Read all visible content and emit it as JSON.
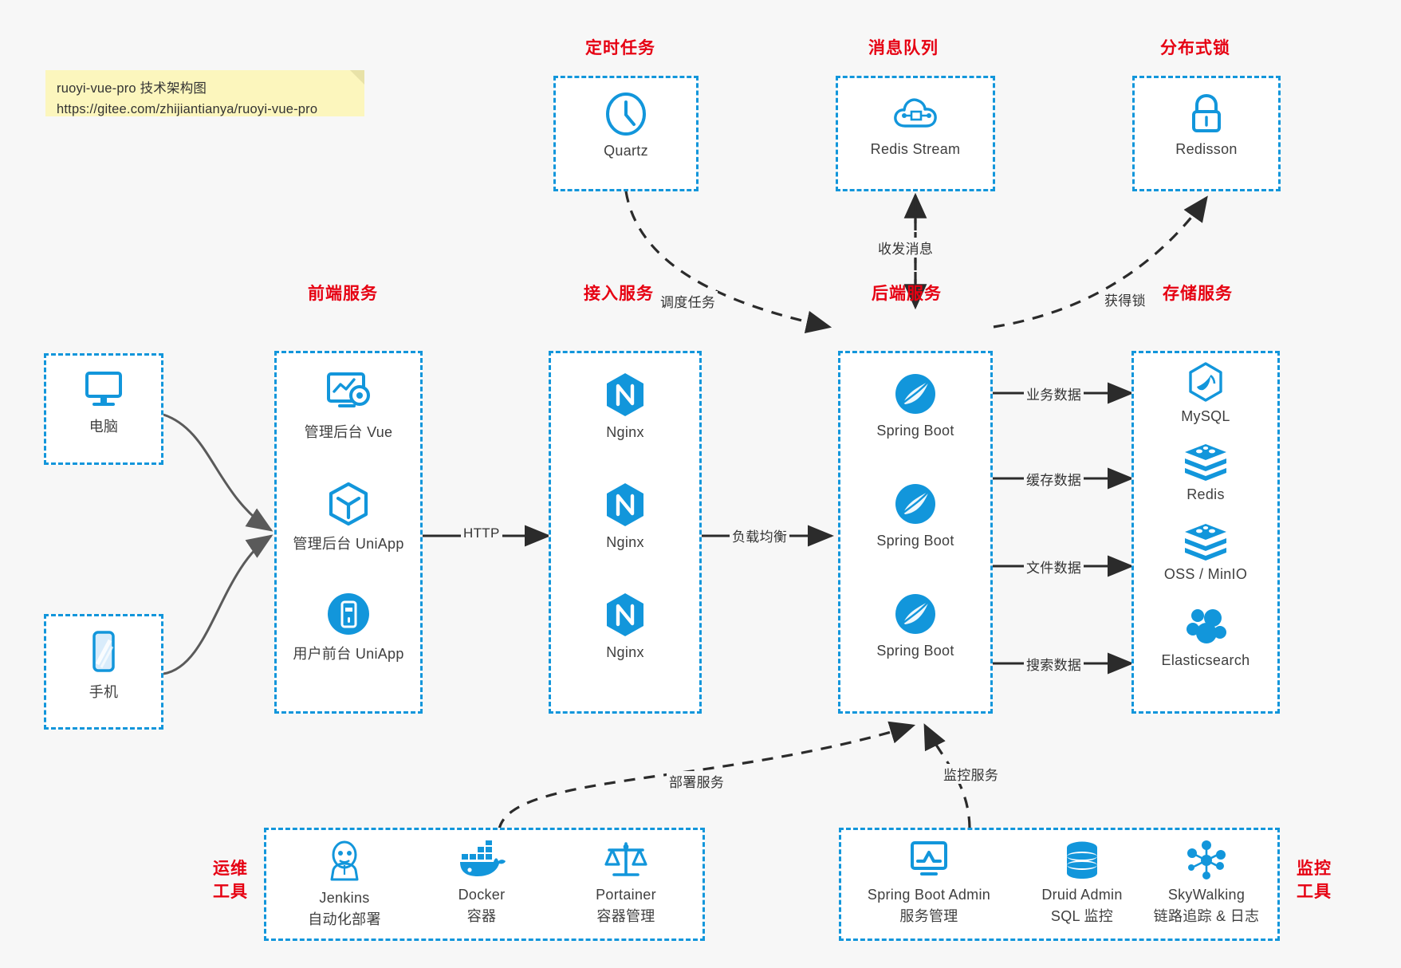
{
  "note": {
    "line1": "ruoyi-vue-pro 技术架构图",
    "line2": "https://gitee.com/zhijiantianya/ruoyi-vue-pro"
  },
  "colors": {
    "accent": "#1296db",
    "heading": "#e60012",
    "background": "#f7f7f7",
    "note_bg": "#fcf6bd",
    "edge": "#333333",
    "client_edge": "#555555"
  },
  "groups": {
    "scheduled_task": {
      "title": "定时任务",
      "nodes": [
        {
          "label": "Quartz",
          "icon": "clock-icon"
        }
      ]
    },
    "message_queue": {
      "title": "消息队列",
      "nodes": [
        {
          "label": "Redis Stream",
          "icon": "cloud-stream-icon"
        }
      ]
    },
    "distributed_lock": {
      "title": "分布式锁",
      "nodes": [
        {
          "label": "Redisson",
          "icon": "lock-icon"
        }
      ]
    },
    "clients": {
      "nodes": [
        {
          "label": "电脑",
          "icon": "desktop-icon"
        },
        {
          "label": "手机",
          "icon": "mobile-icon"
        }
      ]
    },
    "frontend": {
      "title": "前端服务",
      "nodes": [
        {
          "label": "管理后台 Vue",
          "icon": "dashboard-gear-icon"
        },
        {
          "label": "管理后台 UniApp",
          "icon": "cube-icon"
        },
        {
          "label": "用户前台 UniApp",
          "icon": "app-circle-icon"
        }
      ]
    },
    "gateway": {
      "title": "接入服务",
      "nodes": [
        {
          "label": "Nginx",
          "icon": "nginx-icon"
        },
        {
          "label": "Nginx",
          "icon": "nginx-icon"
        },
        {
          "label": "Nginx",
          "icon": "nginx-icon"
        }
      ]
    },
    "backend": {
      "title": "后端服务",
      "nodes": [
        {
          "label": "Spring Boot",
          "icon": "spring-boot-icon"
        },
        {
          "label": "Spring Boot",
          "icon": "spring-boot-icon"
        },
        {
          "label": "Spring Boot",
          "icon": "spring-boot-icon"
        }
      ]
    },
    "storage": {
      "title": "存储服务",
      "nodes": [
        {
          "label": "MySQL",
          "icon": "mysql-icon"
        },
        {
          "label": "Redis",
          "icon": "redis-icon"
        },
        {
          "label": "OSS / MinIO",
          "icon": "oss-icon"
        },
        {
          "label": "Elasticsearch",
          "icon": "elasticsearch-icon"
        }
      ]
    },
    "devops": {
      "title_line1": "运维",
      "title_line2": "工具",
      "nodes": [
        {
          "label": "Jenkins",
          "sublabel": "自动化部署",
          "icon": "jenkins-icon"
        },
        {
          "label": "Docker",
          "sublabel": "容器",
          "icon": "docker-icon"
        },
        {
          "label": "Portainer",
          "sublabel": "容器管理",
          "icon": "scales-icon"
        }
      ]
    },
    "monitoring": {
      "title_line1": "监控",
      "title_line2": "工具",
      "nodes": [
        {
          "label": "Spring Boot Admin",
          "sublabel": "服务管理",
          "icon": "monitor-chart-icon"
        },
        {
          "label": "Druid Admin",
          "sublabel": "SQL 监控",
          "icon": "database-icon"
        },
        {
          "label": "SkyWalking",
          "sublabel": "链路追踪 & 日志",
          "icon": "node-graph-icon"
        }
      ]
    }
  },
  "edges": {
    "http": "HTTP",
    "load_balance": "负载均衡",
    "schedule_task": "调度任务",
    "send_receive_message": "收发消息",
    "acquire_lock": "获得锁",
    "business_data": "业务数据",
    "cache_data": "缓存数据",
    "file_data": "文件数据",
    "search_data": "搜索数据",
    "deploy_service": "部署服务",
    "monitor_service": "监控服务"
  }
}
